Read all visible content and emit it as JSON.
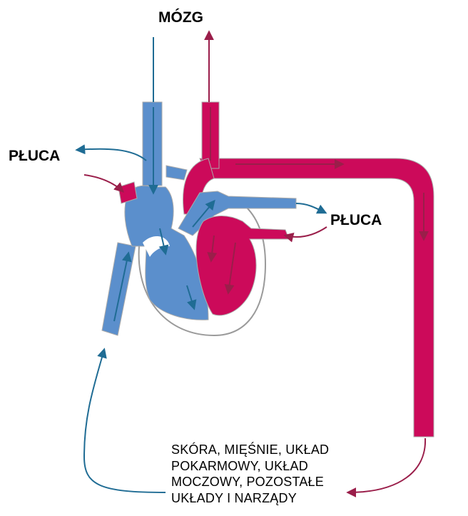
{
  "labels": {
    "brain": "MÓZG",
    "lungs_left": "PŁUCA",
    "lungs_right": "PŁUCA",
    "body_organs": [
      "SKÓRA, MIĘŚNIE, UKŁAD",
      "POKARMOWY, UKŁAD",
      "MOCZOWY, POZOSTAŁE",
      "UKŁADY I  NARZĄDY"
    ]
  },
  "colors": {
    "deoxygenated": "#5b8fcc",
    "deoxygenated_arrow": "#1f6c94",
    "oxygenated": "#cc0a5a",
    "oxygenated_arrow": "#9a1e4a",
    "heart_outline": "#9a9a9a"
  }
}
